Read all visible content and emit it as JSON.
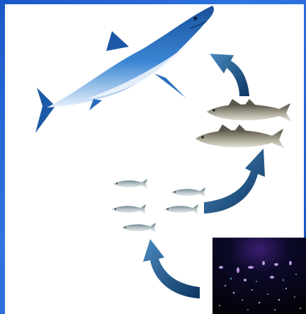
{
  "diagram": {
    "kind": "food-chain",
    "nodes": [
      {
        "id": "plankton",
        "icon": "plankton-icon"
      },
      {
        "id": "small-fish",
        "icon": "sardine-icon",
        "count": 5
      },
      {
        "id": "medium-fish",
        "icon": "cod-icon",
        "count": 2
      },
      {
        "id": "shark",
        "icon": "mako-shark-icon"
      }
    ],
    "arrows": [
      {
        "from": "plankton",
        "to": "small-fish"
      },
      {
        "from": "small-fish",
        "to": "medium-fish"
      },
      {
        "from": "medium-fish",
        "to": "shark"
      }
    ],
    "colors": {
      "frame": "#2a6ad8",
      "arrow_dark": "#0f3a63",
      "arrow_light": "#3d7fb4",
      "shark_top": "#1f5fae",
      "shark_belly": "#eef4fb",
      "plankton_bg": "#05051a"
    }
  }
}
